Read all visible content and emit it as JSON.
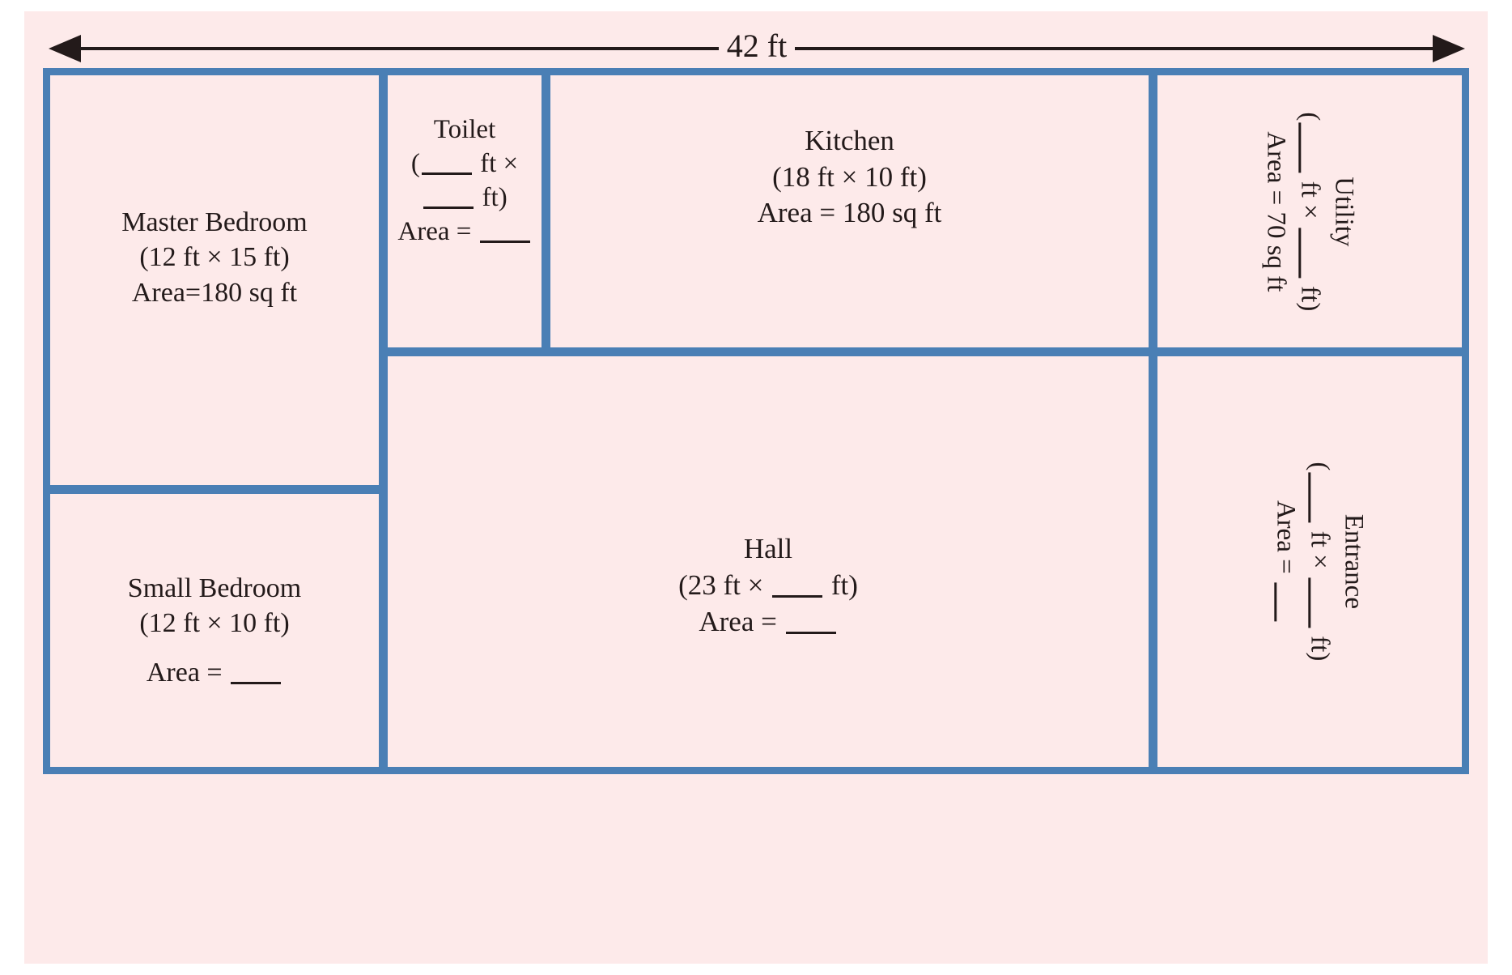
{
  "dimension": {
    "top_label": "42 ft"
  },
  "colors": {
    "paper": "#fdeaea",
    "wall": "#4a7fb5",
    "ink": "#231a1a"
  },
  "rooms": {
    "master_bedroom": {
      "name": "Master Bedroom",
      "dimensions": "(12 ft × 15 ft)",
      "area": "Area=180 sq ft"
    },
    "small_bedroom": {
      "name": "Small Bedroom",
      "dimensions": "(12 ft × 10 ft)",
      "area_prefix": "Area = "
    },
    "toilet": {
      "name": "Toilet",
      "dim_open": "(",
      "dim_unit1": " ft ×",
      "dim_unit2": " ft)",
      "area_prefix": "Area = "
    },
    "kitchen": {
      "name": "Kitchen",
      "dimensions": "(18 ft × 10 ft)",
      "area": "Area = 180 sq ft"
    },
    "hall": {
      "name": "Hall",
      "dim_prefix": "(23 ft × ",
      "dim_suffix": " ft)",
      "area_prefix": "Area = "
    },
    "utility": {
      "name": "Utility",
      "dim_open": "(",
      "dim_mid": " ft × ",
      "dim_close": " ft)",
      "area": "Area = 70 sq ft"
    },
    "entrance": {
      "name": "Entrance",
      "dim_open": "(",
      "dim_mid": " ft × ",
      "dim_close": " ft)",
      "area_prefix": "Area = "
    }
  }
}
